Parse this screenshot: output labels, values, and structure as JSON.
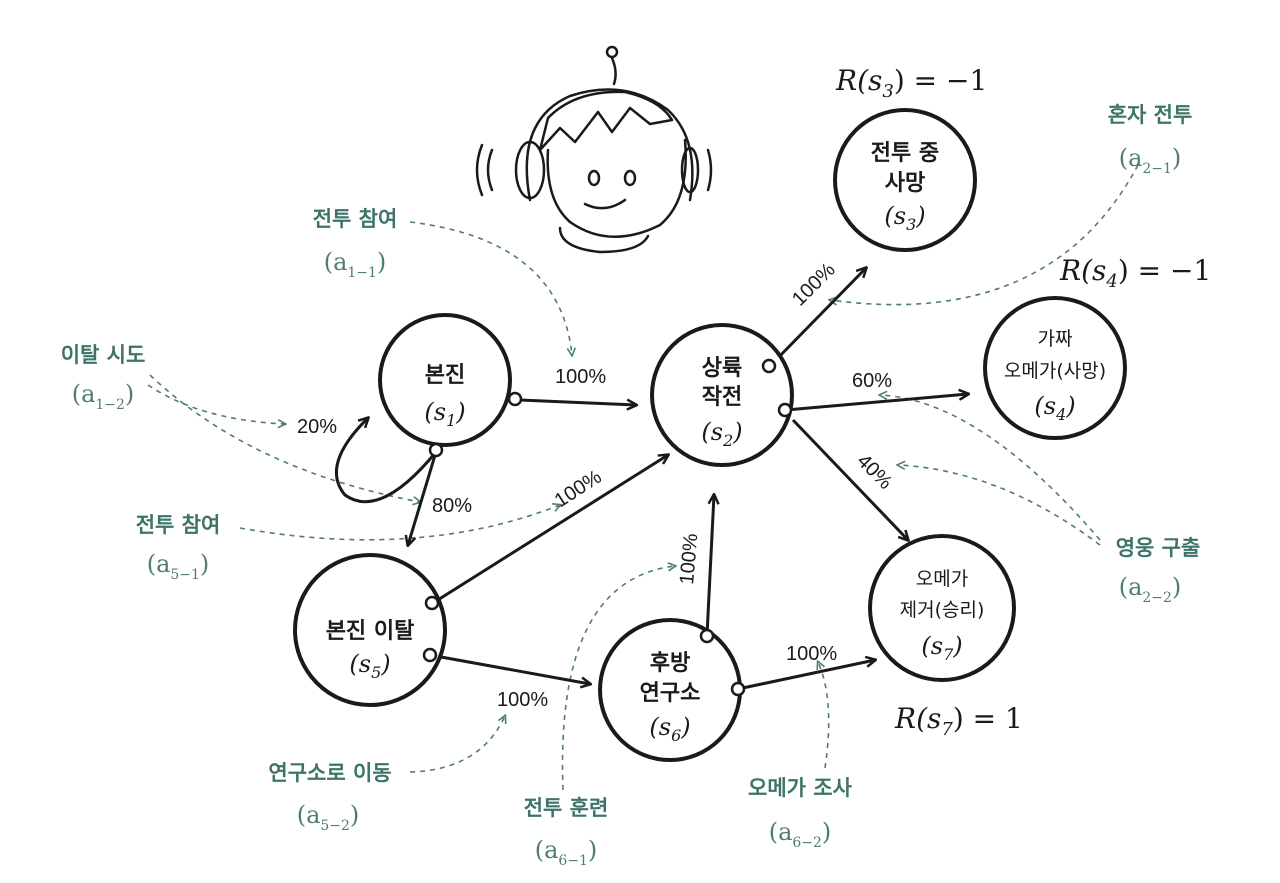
{
  "states": {
    "s1": {
      "line1": "본진",
      "sym": "(s",
      "sub": "1",
      "close": ")"
    },
    "s2": {
      "line1": "상륙",
      "line2": "작전",
      "sym": "(s",
      "sub": "2",
      "close": ")"
    },
    "s3": {
      "line1": "전투 중",
      "line2": "사망",
      "sym": "(s",
      "sub": "3",
      "close": ")"
    },
    "s4": {
      "line1": "가짜",
      "line2": "오메가(사망)",
      "sym": "(s",
      "sub": "4",
      "close": ")"
    },
    "s5": {
      "line1": "본진 이탈",
      "sym": "(s",
      "sub": "5",
      "close": ")"
    },
    "s6": {
      "line1": "후방",
      "line2": "연구소",
      "sym": "(s",
      "sub": "6",
      "close": ")"
    },
    "s7": {
      "line1": "오메가",
      "line2": "제거(승리)",
      "sym": "(s",
      "sub": "7",
      "close": ")"
    }
  },
  "rewards": {
    "s3": {
      "prefix": "R(s",
      "sub": "3",
      "suffix": ") = −1"
    },
    "s4": {
      "prefix": "R(s",
      "sub": "4",
      "suffix": ") = −1"
    },
    "s7": {
      "prefix": "R(s",
      "sub": "7",
      "suffix": ") = 1"
    }
  },
  "probabilities": {
    "s1_s2": "100%",
    "s1_self": "20%",
    "s1_s5": "80%",
    "s5_s2": "100%",
    "s5_s6": "100%",
    "s6_s2": "100%",
    "s6_s7": "100%",
    "s2_s3": "100%",
    "s2_s4": "60%",
    "s2_s7": "40%"
  },
  "actions": {
    "a1_1": {
      "label": "전투 참여",
      "id": "(a",
      "sub": "1−1",
      "close": ")"
    },
    "a1_2": {
      "label": "이탈 시도",
      "id": "(a",
      "sub": "1−2",
      "close": ")"
    },
    "a2_1": {
      "label": "혼자 전투",
      "id": "(a",
      "sub": "2−1",
      "close": ")"
    },
    "a2_2": {
      "label": "영웅 구출",
      "id": "(a",
      "sub": "2−2",
      "close": ")"
    },
    "a5_1": {
      "label": "전투 참여",
      "id": "(a",
      "sub": "5−1",
      "close": ")"
    },
    "a5_2": {
      "label": "연구소로 이동",
      "id": "(a",
      "sub": "5−2",
      "close": ")"
    },
    "a6_1": {
      "label": "전투 훈련",
      "id": "(a",
      "sub": "6−1",
      "close": ")"
    },
    "a6_2": {
      "label": "오메가 조사",
      "id": "(a",
      "sub": "6−2",
      "close": ")"
    }
  },
  "icons": {
    "robot": "robot-head-icon"
  }
}
